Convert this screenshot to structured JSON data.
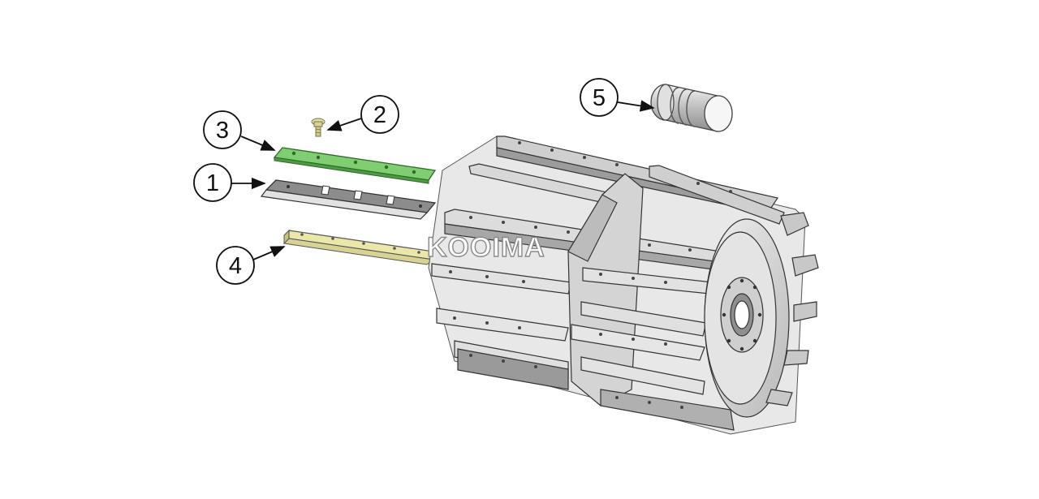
{
  "diagram": {
    "callouts": [
      {
        "id": "1",
        "label": "1"
      },
      {
        "id": "2",
        "label": "2"
      },
      {
        "id": "3",
        "label": "3"
      },
      {
        "id": "4",
        "label": "4"
      },
      {
        "id": "5",
        "label": "5"
      }
    ],
    "watermark": "KOOIMA",
    "colors": {
      "counter_knife_strip": "#7fce72",
      "knife": "#8c8c8c",
      "bolt": "#d8d29a",
      "spacer_bar": "#eae8a8",
      "drum_metal": "#d9d9d9",
      "outline": "#333333"
    }
  }
}
